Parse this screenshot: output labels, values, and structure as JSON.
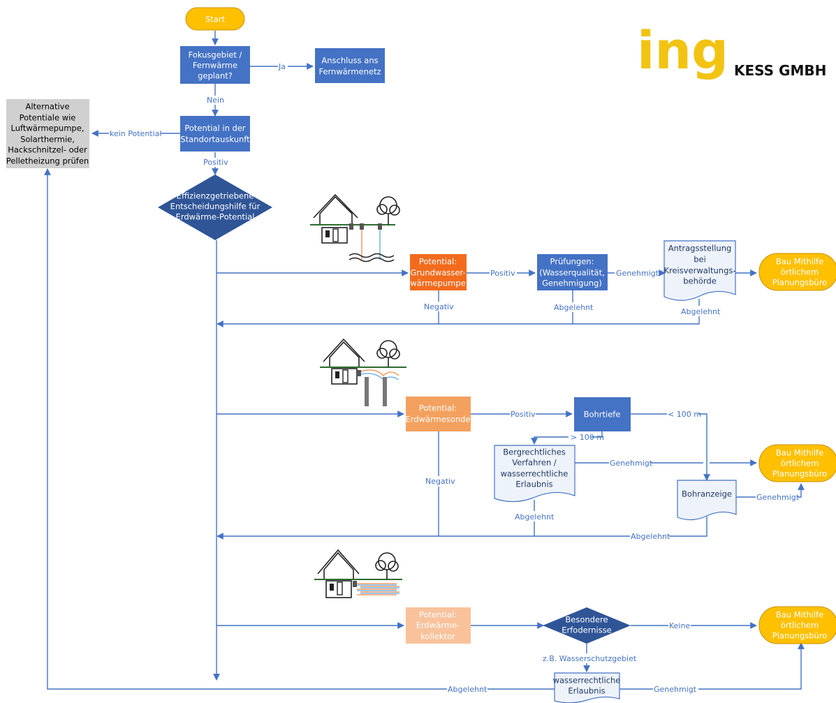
{
  "logo": {
    "text_big": "ing",
    "text_small": "KESS GMBH",
    "color": "#f2c311"
  },
  "colors": {
    "blue": "#4472c4",
    "dark_blue": "#2f5597",
    "orange": "#f26b1d",
    "light_orange": "#f4a15f",
    "peach": "#f9c29b",
    "yellow": "#ffc000",
    "gray": "#d0d0d0",
    "doc_fill": "#eef3fb"
  },
  "nodes": {
    "start": "Start",
    "fokus": [
      "Fokusgebiet /",
      "Fernwärme",
      "geplant?"
    ],
    "anschluss": [
      "Anschluss ans",
      "Fernwärmenetz"
    ],
    "standort": [
      "Potential in der",
      "Standortauskunft"
    ],
    "alternative": [
      "Alternative",
      "Potentiale wie",
      "Luftwärmepumpe,",
      "Solarthermie,",
      "Hackschnitzel- oder",
      "Pelletheizung prüfen"
    ],
    "decision": [
      "Effizienzgetriebene",
      "Entscheidungshilfe für",
      "Erdwärme-Potential"
    ],
    "grundwasser": [
      "Potential:",
      "Grundwasser-",
      "wärmepumpe"
    ],
    "pruefungen": [
      "Prüfungen:",
      "(Wasserqualität,",
      "Genehmigung)"
    ],
    "antrag": [
      "Antragsstellung",
      "bei",
      "Kreisverwaltungs-",
      "behörde"
    ],
    "bau1": [
      "Bau Mithilfe",
      "örtlichem",
      "Planungsbüro"
    ],
    "erdwaermesonde": [
      "Potential:",
      "Erdwärmesonde"
    ],
    "bohrtiefe": "Bohrtiefe",
    "bergrecht": [
      "Bergrechtliches",
      "Verfahren /",
      "wasserrechtliche",
      "Erlaubnis"
    ],
    "bohranzeige": "Bohranzeige",
    "bau2": [
      "Bau Mithilfe",
      "örtlichem",
      "Planungsbüro"
    ],
    "kollektor": [
      "Potential:",
      "Erdwärme-",
      "kollektor"
    ],
    "besondere": [
      "Besondere",
      "Erfodernisse"
    ],
    "wasserrecht": [
      "wasserrechtliche",
      "Erlaubnis"
    ],
    "bau3": [
      "Bau Mithilfe",
      "örtlichem",
      "Planungsbüro"
    ]
  },
  "edges": {
    "ja": "Ja",
    "nein": "Nein",
    "kein_potential": "kein Potential",
    "positiv_standort": "Positiv",
    "positiv_gw": "Positiv",
    "genehmigt_pr": "Genehmigt",
    "negativ_gw": "Negativ",
    "abgelehnt_pr": "Abgelehnt",
    "abgelehnt_antrag": "Abgelehnt",
    "positiv_ews": "Positiv",
    "lt100": "< 100 m",
    "gt100": "> 100 m",
    "genehmigt_berg": "Genehmigt",
    "negativ_ews": "Negativ",
    "genehmigt_bohr": "Genehmigt",
    "abgelehnt_berg": "Abgelehnt",
    "abgelehnt_bohr": "Abgelehnt",
    "keine": "Keine",
    "wsg": "z.B. Wasserschutzgebiet",
    "genehmigt_wr": "Genehmigt",
    "abgelehnt_wr": "Abgelehnt"
  }
}
